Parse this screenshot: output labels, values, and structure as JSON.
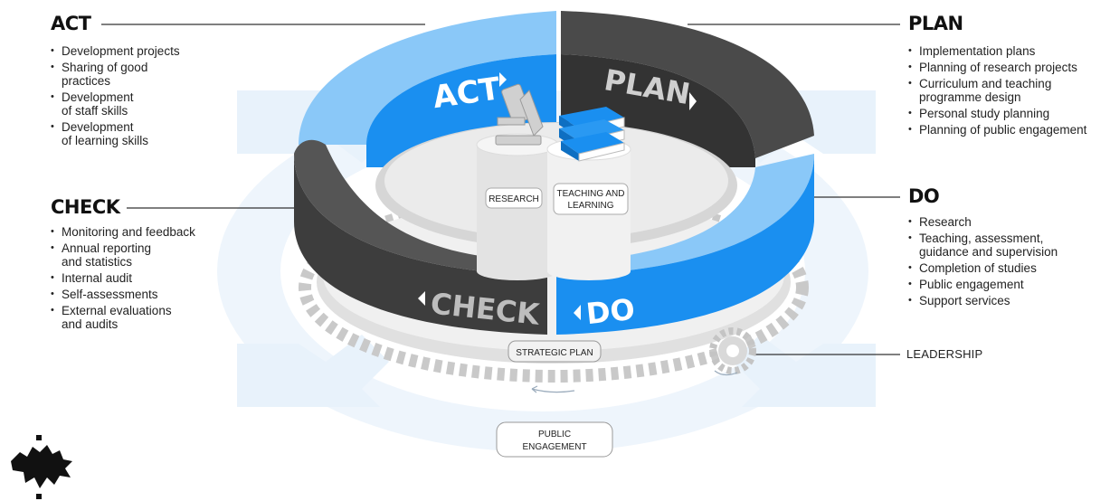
{
  "act": {
    "heading": "ACT",
    "items": [
      "Development projects",
      "Sharing of good\npractices",
      "Development\nof staff skills",
      "Development\nof learning skills"
    ]
  },
  "plan": {
    "heading": "PLAN",
    "items": [
      "Implementation plans",
      "Planning of research projects",
      "Curriculum and teaching\nprogramme design",
      "Personal study planning",
      "Planning of public engagement"
    ]
  },
  "check": {
    "heading": "CHECK",
    "items": [
      "Monitoring and feedback",
      "Annual reporting\nand statistics",
      "Internal audit",
      "Self-assessments",
      "External evaluations\nand audits"
    ]
  },
  "do": {
    "heading": "DO",
    "items": [
      "Research",
      "Teaching, assessment,\nguidance and supervision",
      "Completion of studies",
      "Public engagement",
      "Support services"
    ]
  },
  "ring_labels": {
    "act": "ACT",
    "plan": "PLAN",
    "check": "CHECK",
    "do": "DO"
  },
  "center": {
    "research": "RESEARCH",
    "teaching": "TEACHING AND\nLEARNING"
  },
  "strategic_plan": "STRATEGIC PLAN",
  "public_engagement": "PUBLIC\nENGAGEMENT",
  "leadership": "LEADERSHIP",
  "colors": {
    "blue": "#1a8ff0",
    "light_blue": "#8ac8f8",
    "dark": "#3d3d3d",
    "bg_arrows": "#e6f1fb"
  },
  "icons": [
    "microscope-icon",
    "books-icon",
    "gear-icon",
    "university-logo"
  ]
}
